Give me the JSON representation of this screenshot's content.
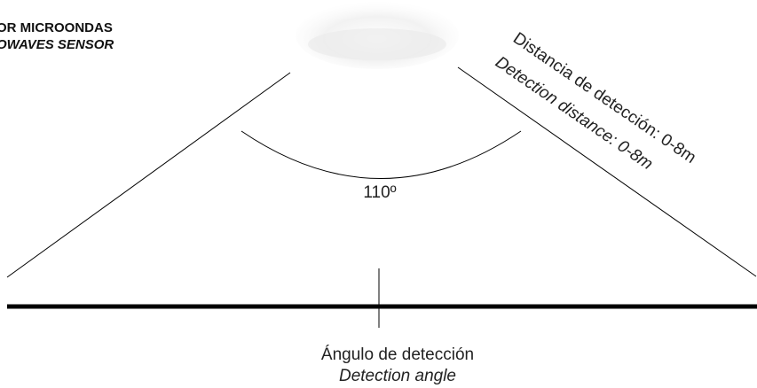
{
  "header": {
    "title_es": "OR MICROONDAS",
    "title_en": "OWAVES SENSOR"
  },
  "angle": {
    "value": "110º",
    "label_es": "Ángulo de detección",
    "label_en": "Detection angle"
  },
  "distance": {
    "label_es": "Distancia de detección: 0-8m",
    "label_en": "Detection distance: 0-8m"
  },
  "colors": {
    "line": "#000000",
    "lamp": "#eeeeee"
  }
}
